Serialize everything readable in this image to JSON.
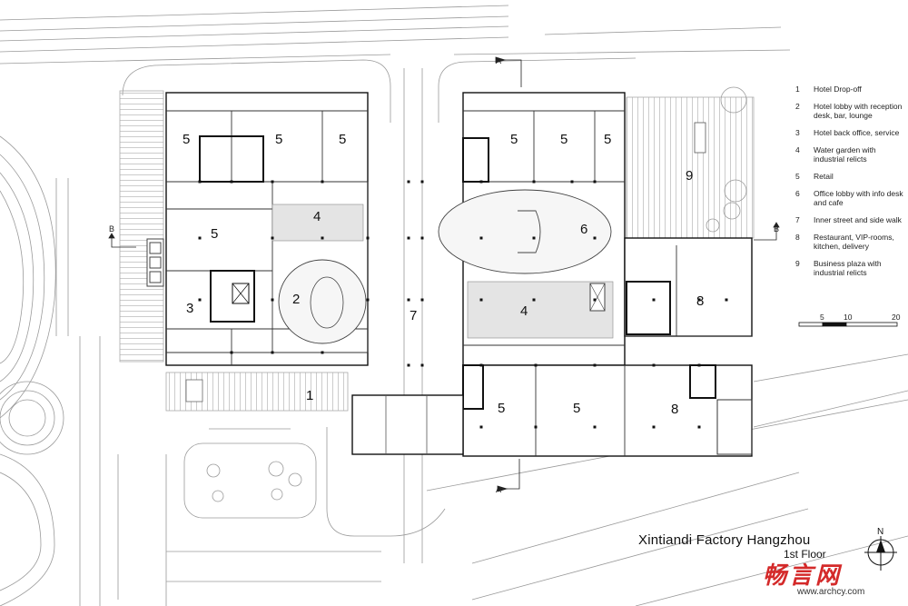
{
  "title": "Xintiandi Factory Hangzhou",
  "subtitle": "1st Floor",
  "legend": [
    {
      "num": "1",
      "text": "Hotel Drop-off"
    },
    {
      "num": "2",
      "text": "Hotel lobby with reception desk, bar, lounge"
    },
    {
      "num": "3",
      "text": "Hotel back office, service"
    },
    {
      "num": "4",
      "text": "Water garden with industrial relicts"
    },
    {
      "num": "5",
      "text": "Retail"
    },
    {
      "num": "6",
      "text": "Office lobby with info desk and cafe"
    },
    {
      "num": "7",
      "text": "Inner street and side walk"
    },
    {
      "num": "8",
      "text": "Restaurant, VIP-rooms, kitchen, delivery"
    },
    {
      "num": "9",
      "text": "Business plaza with industrial relicts"
    }
  ],
  "scale_bar": {
    "labels": [
      "5",
      "10",
      "20"
    ]
  },
  "north": "N",
  "section_marks": {
    "a": "A",
    "b": "B"
  },
  "room_labels": [
    "5",
    "5",
    "5",
    "5",
    "5",
    "5",
    "4",
    "5",
    "2",
    "3",
    "7",
    "6",
    "4",
    "9",
    "8",
    "1",
    "5",
    "5",
    "8"
  ],
  "watermark": {
    "logo": "畅言网",
    "url": "www.archcy.com"
  },
  "colors": {
    "wall": "#111111",
    "line": "#555555",
    "light_line": "#9a9a9a",
    "hatch": "#e6e6e6",
    "accent": "#d42a2a"
  }
}
